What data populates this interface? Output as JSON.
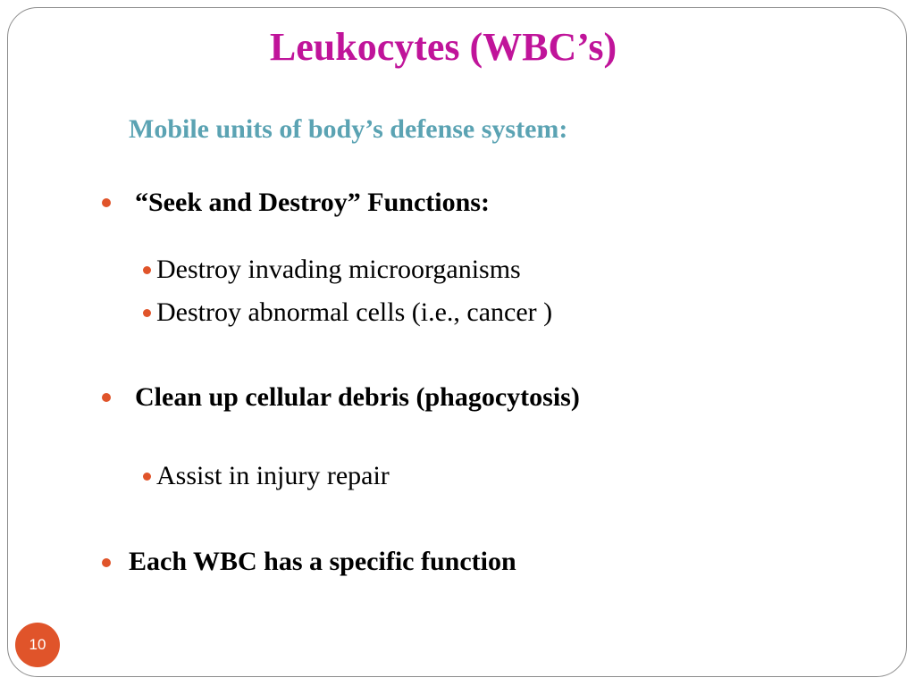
{
  "slide": {
    "title": "Leukocytes (WBC’s)",
    "subtitle": "Mobile units of body’s defense system:",
    "bullets": [
      {
        "level": 1,
        "text": "“Seek and Destroy” Functions:"
      },
      {
        "level": 2,
        "text": "Destroy invading microorganisms"
      },
      {
        "level": 2,
        "text": "Destroy abnormal cells (i.e., cancer )"
      },
      {
        "level": 1,
        "text": "Clean up cellular debris (phagocytosis)"
      },
      {
        "level": 2,
        "text": "Assist in  injury repair"
      },
      {
        "level": 1,
        "text": "Each WBC has a specific function"
      }
    ],
    "page_number": "10"
  },
  "colors": {
    "title": "#c0149a",
    "subtitle": "#5ba3b3",
    "bullet": "#e0542a",
    "page_badge": "#e0542a",
    "border": "#8c8c8c"
  }
}
